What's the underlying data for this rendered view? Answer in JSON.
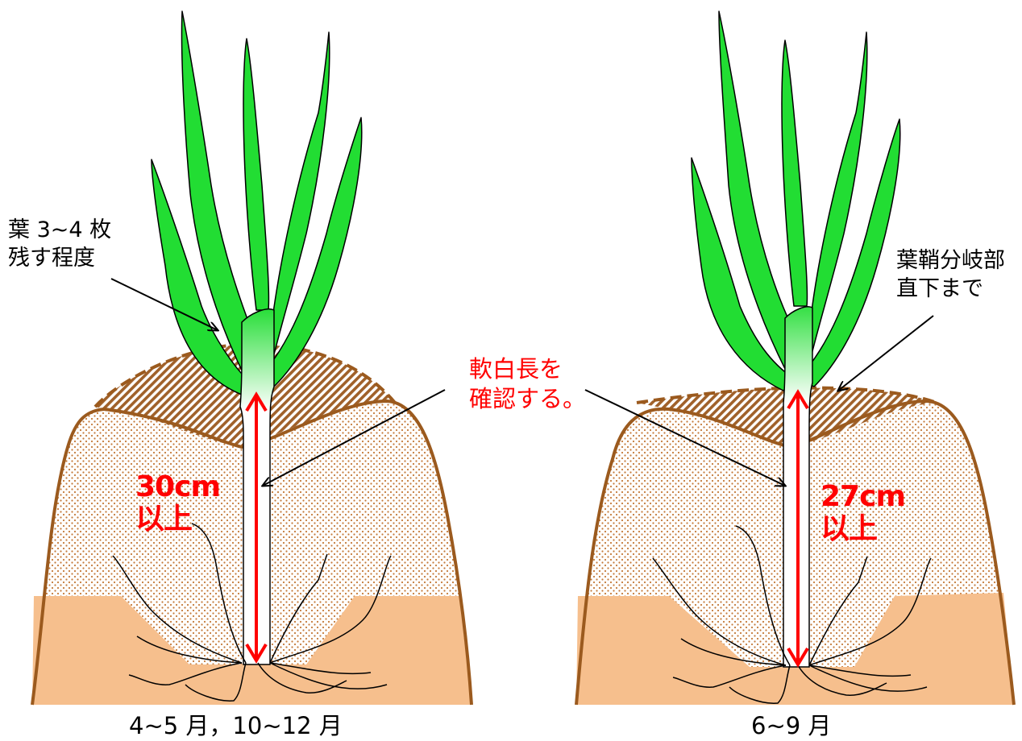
{
  "left_panel": {
    "leaf_note": [
      "葉 3~4 枚",
      "残す程度"
    ],
    "measure": [
      "30cm",
      "以上"
    ],
    "period": "4~5 月，10~12 月"
  },
  "right_panel": {
    "sheath_note": [
      "葉鞘分岐部",
      "直下まで"
    ],
    "measure": [
      "27cm",
      "以上"
    ],
    "period": "6~9 月"
  },
  "center_note": [
    "軟白長を",
    "確認する。"
  ],
  "colors": {
    "leaf": "#22dd33",
    "soil_base": "#f6bf8d",
    "ridge_outline": "#9b5a1e",
    "dots": "#c47a3a",
    "hatch": "#a0612a",
    "arrow": "#ff0000"
  }
}
